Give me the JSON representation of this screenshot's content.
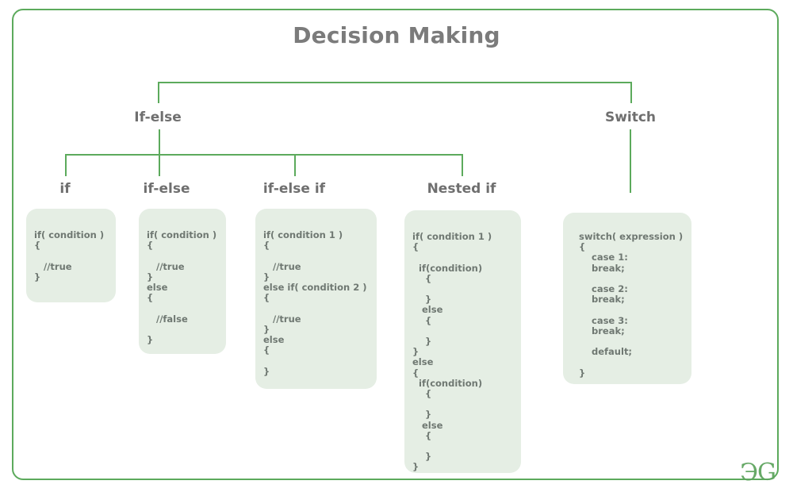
{
  "diagram": {
    "title": "Decision Making",
    "border_color": "#5caa5c",
    "box_fill": "#e5eee4",
    "text_color": "#6f7872",
    "label_color": "#6f6f6f",
    "logo": "ЭG"
  },
  "level1": [
    {
      "label": "If-else"
    },
    {
      "label": "Switch"
    }
  ],
  "level2": [
    {
      "label": "if"
    },
    {
      "label": "if-else"
    },
    {
      "label": "if-else if"
    },
    {
      "label": "Nested if"
    }
  ],
  "code_boxes": [
    {
      "id": "if",
      "code": "if( condition )\n{\n\n   //true\n}"
    },
    {
      "id": "if-else",
      "code": "if( condition )\n{\n\n   //true\n}\nelse\n{\n\n   //false\n\n}"
    },
    {
      "id": "if-else-if",
      "code": "if( condition 1 )\n{\n\n   //true\n}\nelse if( condition 2 )\n{\n\n   //true\n}\nelse\n{\n\n}"
    },
    {
      "id": "nested-if",
      "code": "if( condition 1 )\n{\n\n  if(condition)\n    {\n\n    }\n   else\n    {\n\n    }\n}\nelse\n{\n  if(condition)\n    {\n\n    }\n   else\n    {\n\n    }\n}"
    },
    {
      "id": "switch",
      "code": "switch( expression )\n{\n    case 1:\n    break;\n\n    case 2:\n    break;\n\n    case 3:\n    break;\n\n    default;\n\n}"
    }
  ]
}
